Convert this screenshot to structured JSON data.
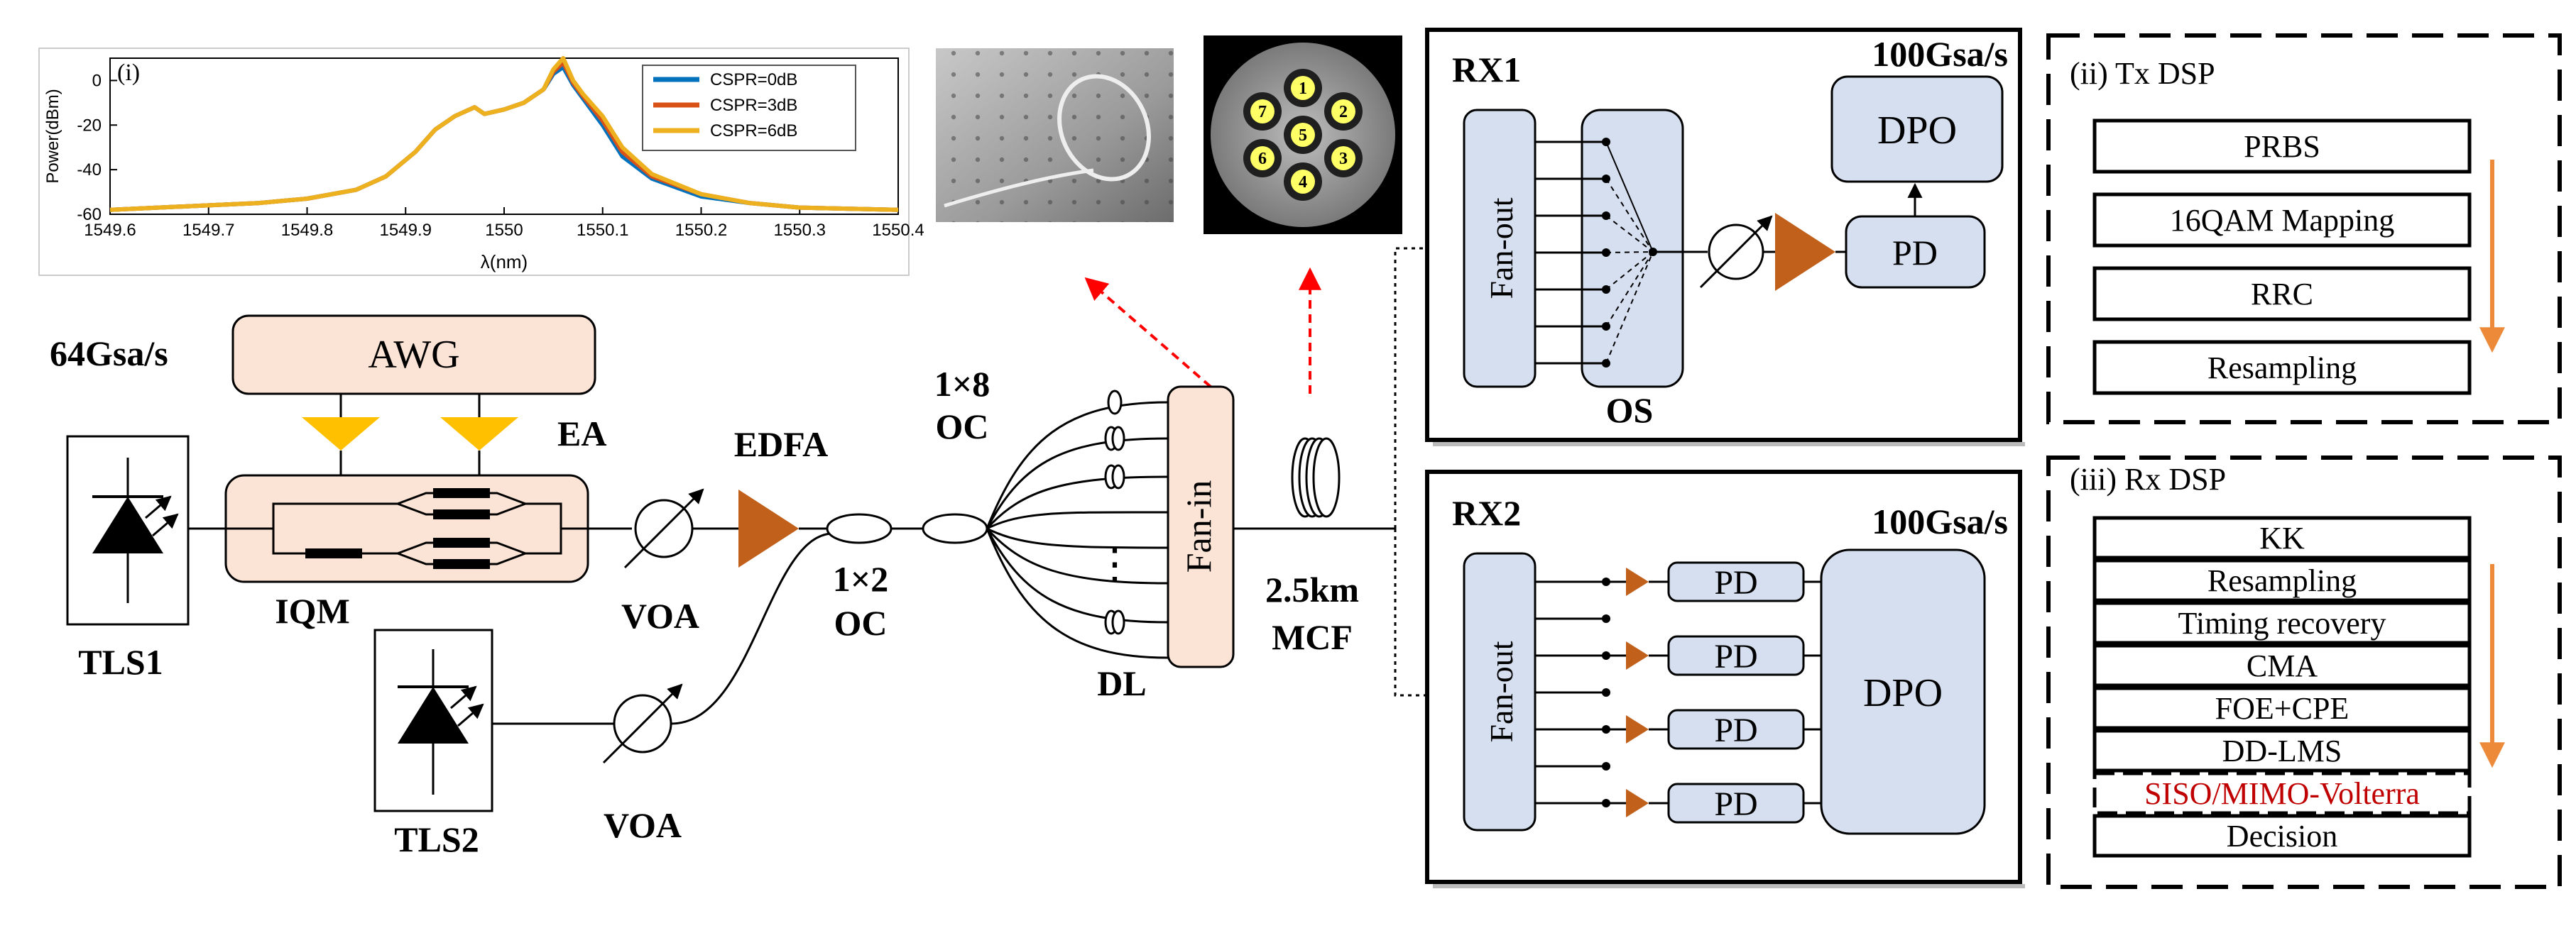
{
  "colors": {
    "blue_block": "#d5dff0",
    "peach_block": "#fbe3d5",
    "amplifier": "#c0601a",
    "ea_triangle": "#ffc000",
    "arrow_red": "#ff0000",
    "dsp_arrow": "#ed8a3a",
    "cspr_0": "#0072bd",
    "cspr_3": "#d95319",
    "cspr_6": "#edb120",
    "red_text": "#c00000"
  },
  "inset_spectrum": {
    "label": "(i)",
    "xlabel": "λ(nm)",
    "ylabel": "Power(dBm)"
  },
  "chart_data": {
    "type": "line",
    "title": "",
    "xlabel": "λ(nm)",
    "ylabel": "Power(dBm)",
    "xlim": [
      1549.6,
      1550.4
    ],
    "ylim": [
      -60,
      10
    ],
    "xticks": [
      "1549.6",
      "1549.7",
      "1549.8",
      "1549.9",
      "1550",
      "1550.1",
      "1550.2",
      "1550.3",
      "1550.4"
    ],
    "yticks": [
      "0",
      "-20",
      "-40",
      "-60"
    ],
    "legend_position": "top-right",
    "x": [
      1549.6,
      1549.7,
      1549.75,
      1549.8,
      1549.85,
      1549.88,
      1549.91,
      1549.93,
      1549.95,
      1549.97,
      1549.98,
      1550.0,
      1550.02,
      1550.04,
      1550.05,
      1550.06,
      1550.07,
      1550.08,
      1550.1,
      1550.12,
      1550.15,
      1550.2,
      1550.25,
      1550.3,
      1550.4
    ],
    "series": [
      {
        "name": "CSPR=0dB",
        "color": "#0072bd",
        "values": [
          -58,
          -56,
          -55,
          -53,
          -49,
          -43,
          -32,
          -22,
          -16,
          -12,
          -15,
          -13,
          -10,
          -4,
          3,
          6,
          -2,
          -8,
          -20,
          -34,
          -44,
          -52,
          -55,
          -57,
          -58
        ]
      },
      {
        "name": "CSPR=3dB",
        "color": "#d95319",
        "values": [
          -58,
          -56,
          -55,
          -53,
          -49,
          -43,
          -32,
          -22,
          -16,
          -12,
          -15,
          -13,
          -10,
          -4,
          4,
          8,
          -1,
          -7,
          -18,
          -32,
          -43,
          -51,
          -55,
          -57,
          -58
        ]
      },
      {
        "name": "CSPR=6dB",
        "color": "#edb120",
        "values": [
          -58,
          -56,
          -55,
          -53,
          -49,
          -43,
          -32,
          -22,
          -16,
          -12,
          -15,
          -13,
          -10,
          -4,
          5,
          10,
          0,
          -6,
          -16,
          -30,
          -42,
          -51,
          -55,
          -57,
          -58
        ]
      }
    ]
  },
  "labels": {
    "awg_rate": "64Gsa/s",
    "awg": "AWG",
    "ea": "EA",
    "edfa": "EDFA",
    "oc_1x8_top": "1×8",
    "oc_1x8_bottom": "OC",
    "oc_1x2_top": "1×2",
    "oc_1x2_bottom": "OC",
    "iqm": "IQM",
    "tls1": "TLS1",
    "tls2": "TLS2",
    "voa_top": "VOA",
    "voa_bottom": "VOA",
    "fan_in": "Fan-in",
    "dl": "DL",
    "dl_dots": "⋮",
    "mcf_length": "2.5km",
    "mcf": "MCF"
  },
  "mcf_cores": [
    "1",
    "2",
    "3",
    "4",
    "5",
    "6",
    "7"
  ],
  "rx1": {
    "title": "RX1",
    "rate": "100Gsa/s",
    "fan_out": "Fan-out",
    "os": "OS",
    "dpo": "DPO",
    "pd": "PD"
  },
  "rx2": {
    "title": "RX2",
    "rate": "100Gsa/s",
    "fan_out": "Fan-out",
    "pds": [
      "PD",
      "PD",
      "PD",
      "PD"
    ],
    "dpo": "DPO"
  },
  "tx_dsp": {
    "title": "(ii) Tx DSP",
    "steps": [
      "PRBS",
      "16QAM Mapping",
      "RRC",
      "Resampling"
    ]
  },
  "rx_dsp": {
    "title": "(iii) Rx DSP",
    "steps": [
      "KK",
      "Resampling",
      "Timing recovery",
      "CMA",
      "FOE+CPE",
      "DD-LMS",
      "SISO/MIMO-Volterra",
      "Decision"
    ]
  }
}
